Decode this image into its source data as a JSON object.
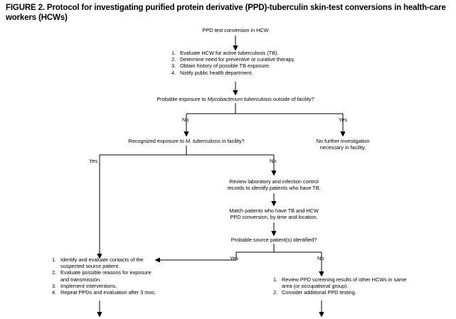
{
  "figure": {
    "title": "FIGURE 2. Protocol for investigating purified protein derivative (PPD)-tuberculin skin-test conversions in health-care workers (HCWs)"
  },
  "chart_data": {
    "type": "diagram",
    "diagram_kind": "flowchart",
    "title": "FIGURE 2. Protocol for investigating purified protein derivative (PPD)-tuberculin skin-test conversions in health-care workers (HCWs)",
    "nodes": [
      {
        "id": "start",
        "label": "PPD test conversion in HCW"
      },
      {
        "id": "initial_actions",
        "label": "1. Evaluate HCW for active tuberculosis (TB). 2. Determine need for preventive or curative therapy. 3. Obtain history of possible TB exposure. 4. Notify public health department."
      },
      {
        "id": "decision_outside",
        "label": "Probable exposure to Mycobacterium tuberculosis outside of facility?"
      },
      {
        "id": "decision_facility",
        "label": "Recognized exposure to M. tuberculosis in facility?"
      },
      {
        "id": "no_further",
        "label": "No further investigation necessary in facility."
      },
      {
        "id": "review_records",
        "label": "Review laboratory and infection control records to identify patients who have TB."
      },
      {
        "id": "match_patients",
        "label": "Match patients who have TB and HCW PPD conversion, by time and location."
      },
      {
        "id": "decision_source",
        "label": "Probable source patient(s) identified?"
      },
      {
        "id": "contact_actions",
        "label": "1. Identify and evaluate contacts of the suspected source patient. 2. Evaluate possible reasons for exposure and transmission. 3. Implement interventions. 4. Repeat PPDs and evaluation after 3 mos."
      },
      {
        "id": "screen_actions",
        "label": "1. Review PPD screening results of other HCWs in same area (or occupational group). 2. Consider additional PPD testing."
      }
    ],
    "edges": [
      {
        "from": "start",
        "to": "initial_actions",
        "label": ""
      },
      {
        "from": "initial_actions",
        "to": "decision_outside",
        "label": ""
      },
      {
        "from": "decision_outside",
        "to": "decision_facility",
        "label": "No"
      },
      {
        "from": "decision_outside",
        "to": "no_further",
        "label": "Yes"
      },
      {
        "from": "decision_facility",
        "to": "contact_actions",
        "label": "Yes"
      },
      {
        "from": "decision_facility",
        "to": "review_records",
        "label": "No"
      },
      {
        "from": "review_records",
        "to": "match_patients",
        "label": ""
      },
      {
        "from": "match_patients",
        "to": "decision_source",
        "label": ""
      },
      {
        "from": "decision_source",
        "to": "contact_actions",
        "label": "Yes"
      },
      {
        "from": "decision_source",
        "to": "screen_actions",
        "label": "No"
      }
    ]
  },
  "nodes": {
    "start": {
      "text": "PPD test conversion in HCW"
    },
    "initial_actions": {
      "items": [
        {
          "num": "1.",
          "text": "Evaluate HCW for active tuberculosis (TB)."
        },
        {
          "num": "2.",
          "text": "Determine need for preventive or curative therapy."
        },
        {
          "num": "3.",
          "text": "Obtain history of possible TB exposure."
        },
        {
          "num": "4.",
          "text": "Notify public health department."
        }
      ]
    },
    "decision_outside": {
      "prefix": "Probable exposure to ",
      "organism": "Mycobacterium tuberculosis",
      "suffix": " outside of facility?"
    },
    "decision_facility": {
      "prefix": "Recognized exposure to ",
      "organism": "M. tuberculosis",
      "suffix": " in facility?"
    },
    "no_further": {
      "line1": "No further investigation",
      "line2": "necessary in facility."
    },
    "review_records": {
      "line1": "Review laboratory and infection control",
      "line2": "records to identify patients who have TB."
    },
    "match_patients": {
      "line1": "Match patients who have TB and HCW",
      "line2": "PPD conversion, by time and location."
    },
    "decision_source": {
      "text": "Probable source patient(s) identified?"
    },
    "contact_actions": {
      "items": [
        {
          "num": "1.",
          "text": "Identify and evaluate contacts of the suspected source patient."
        },
        {
          "num": "2.",
          "text": "Evaluate possible reasons for exposure and transmission."
        },
        {
          "num": "3.",
          "text": "Implement interventions."
        },
        {
          "num": "4.",
          "text": "Repeat PPDs and evaluation after 3 mos."
        }
      ]
    },
    "screen_actions": {
      "items": [
        {
          "num": "1.",
          "text": "Review PPD screening results of other HCWs in same area (or occupational group)."
        },
        {
          "num": "2.",
          "text": "Consider additional PPD testing."
        }
      ]
    }
  },
  "branch_labels": {
    "outside_no": "No",
    "outside_yes": "Yes",
    "facility_yes": "Yes",
    "facility_no": "No",
    "source_yes": "Yes",
    "source_no": "No"
  },
  "colors": {
    "ink": "#000000",
    "background": "#ffffff"
  }
}
